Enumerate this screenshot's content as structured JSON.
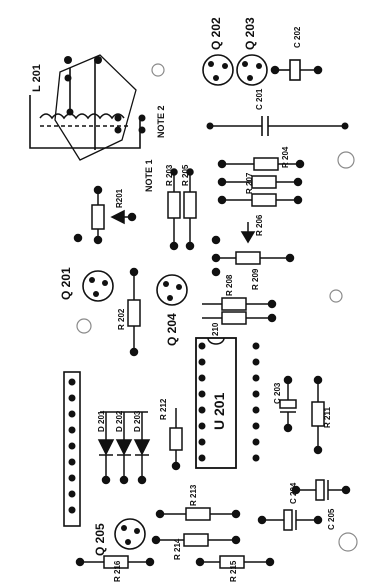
{
  "labels": {
    "l201": "L 201",
    "note2": "NOTE 2",
    "note1": "NOTE 1",
    "q202": "Q 202",
    "q203": "Q 203",
    "c202": "C 202",
    "c201": "C 201",
    "r203": "R 203",
    "r205": "R 205",
    "r201": "R201",
    "r204": "R 204",
    "r207": "R 207",
    "r206": "R 206",
    "r209": "R 209",
    "r208": "R 208",
    "r210": "R 210",
    "q201": "Q 201",
    "r202": "R 202",
    "q204": "Q 204",
    "d201": "D 201",
    "d202": "D 202",
    "d203": "D 203",
    "r212": "R 212",
    "u201": "U 201",
    "c203": "C 203",
    "r211": "R 211",
    "r213": "R 213",
    "r214": "R 214",
    "c204": "C 204",
    "c205": "C 205",
    "q205": "Q 205",
    "r216": "R 216",
    "r215": "R 215"
  },
  "colors": {
    "ink": "#111111",
    "paper": "#ffffff",
    "speckle": "#8a8a8a"
  }
}
